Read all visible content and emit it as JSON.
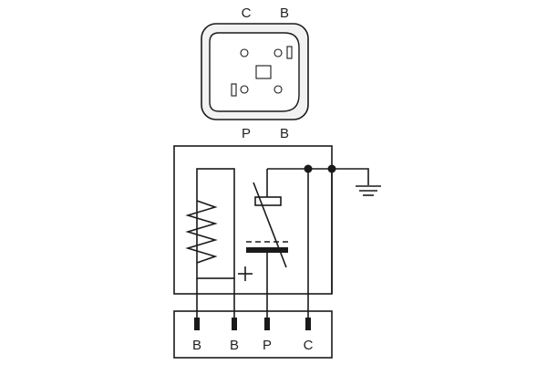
{
  "connector_view": {
    "top_labels": [
      "C",
      "B"
    ],
    "bottom_labels": [
      "P",
      "B"
    ]
  },
  "terminal_strip": {
    "pin_labels": [
      "B",
      "B",
      "P",
      "C"
    ]
  },
  "colors": {
    "line": "#1a1a1a",
    "connector_fill": "#f2f2f2",
    "background": "#ffffff"
  }
}
